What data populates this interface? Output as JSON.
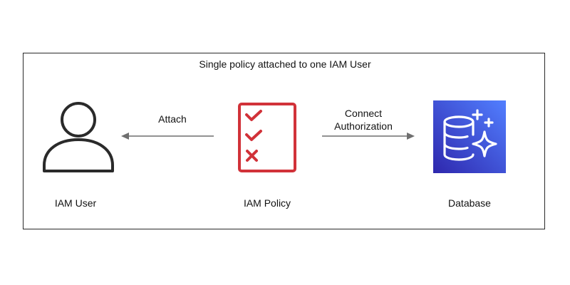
{
  "title": "Single policy attached to one IAM User",
  "nodes": {
    "user": {
      "label": "IAM User",
      "icon": "user-icon"
    },
    "policy": {
      "label": "IAM Policy",
      "icon": "policy-checklist-icon"
    },
    "database": {
      "label": "Database",
      "icon": "database-icon"
    }
  },
  "edges": {
    "attach": {
      "label": "Attach",
      "direction": "policy-to-user"
    },
    "connect": {
      "label_line1": "Connect",
      "label_line2": "Authorization",
      "direction": "policy-to-database"
    }
  },
  "colors": {
    "policy_red": "#d13239",
    "database_blue": "#3b48cc",
    "outline": "#2a2a2a",
    "arrow_gray": "#6f6f6f"
  }
}
